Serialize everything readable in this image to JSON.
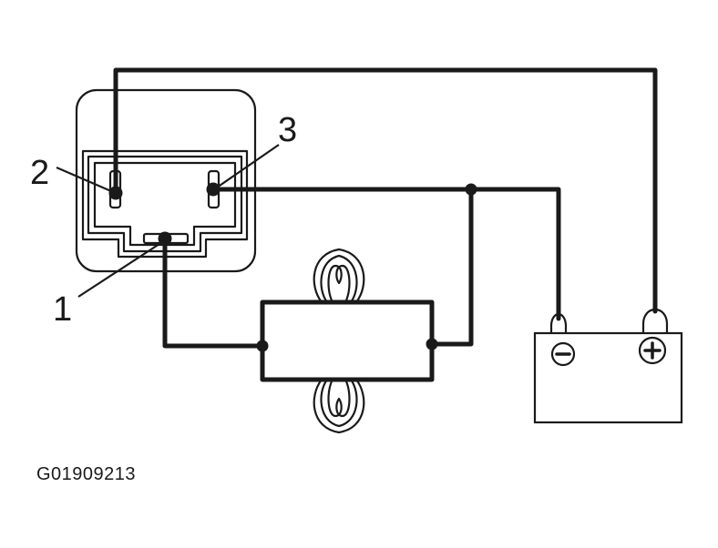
{
  "terminals": {
    "one": "1",
    "two": "2",
    "three": "3"
  },
  "figure_id": "G01909213",
  "battery": {
    "negative_icon": "minus-icon",
    "positive_icon": "plus-icon"
  },
  "lamps": {
    "icon": "bulb-icon"
  }
}
